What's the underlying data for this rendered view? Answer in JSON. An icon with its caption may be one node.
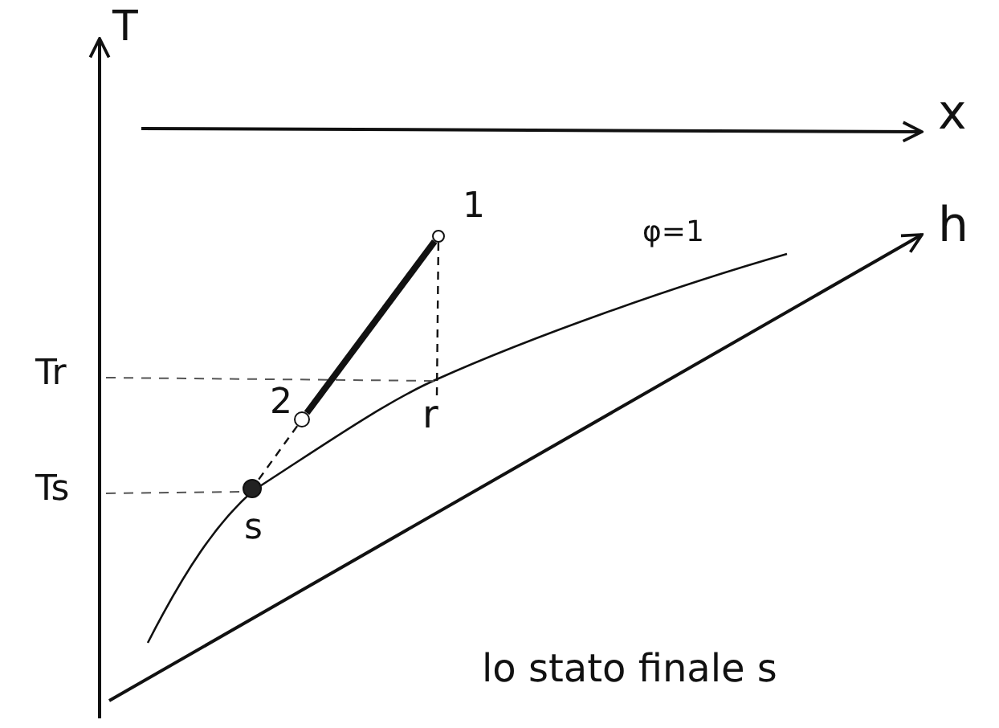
{
  "diagram": {
    "nodes": [
      {
        "text": [],
        "shape": "circle",
        "beside": [
          "1"
        ]
      },
      {
        "text": [],
        "shape": "circle",
        "beside": [
          "2"
        ]
      },
      {
        "text": [],
        "shape": "circle",
        "beside": [
          "s"
        ]
      },
      {
        "text": [
          "r"
        ]
      }
    ],
    "edges": [
      {
        "from": 0,
        "to": 1,
        "arrow": "none",
        "style": "thick"
      },
      {
        "from": 1,
        "to": 2,
        "arrow": "none",
        "style": "dashed"
      },
      {
        "from": 0,
        "to": 3,
        "arrow": "none",
        "style": "dashed"
      }
    ],
    "labels": [
      "T",
      "x",
      "h",
      "φ=1",
      "Tr",
      "Ts",
      "lo stato finale s"
    ]
  }
}
